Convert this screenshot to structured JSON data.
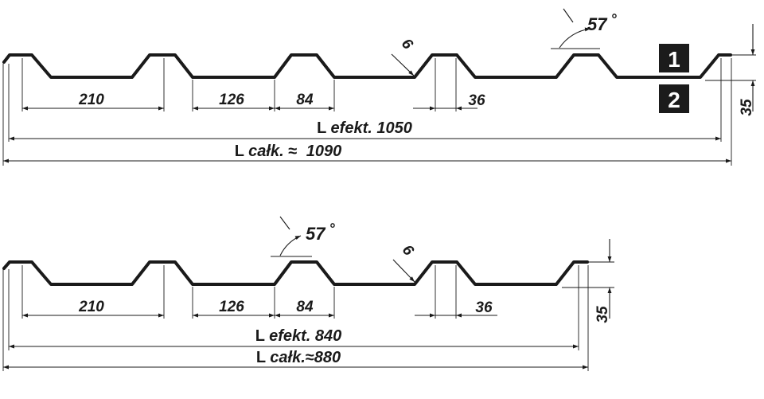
{
  "profiles": [
    {
      "id": "top",
      "dimensions": {
        "rib_pitch": "210",
        "valley_width": "126",
        "crest_width": "84",
        "rib_offset": "36",
        "radius": "6",
        "angle": "57",
        "angle_unit": "°",
        "height": "35"
      },
      "effective_length": {
        "prefix": "L",
        "label": "efekt.",
        "value": "1050"
      },
      "total_length": {
        "prefix": "L",
        "label": "całk.",
        "approx": "≈",
        "value": "1090"
      },
      "badges": [
        "1",
        "2"
      ]
    },
    {
      "id": "bottom",
      "dimensions": {
        "rib_pitch": "210",
        "valley_width": "126",
        "crest_width": "84",
        "rib_offset": "36",
        "radius": "6",
        "angle": "57",
        "angle_unit": "°",
        "height": "35"
      },
      "effective_length": {
        "prefix": "L",
        "label": "efekt.",
        "value": "840"
      },
      "total_length": {
        "prefix": "L",
        "label": "całk.",
        "approx": "≈",
        "value": "880"
      }
    }
  ]
}
